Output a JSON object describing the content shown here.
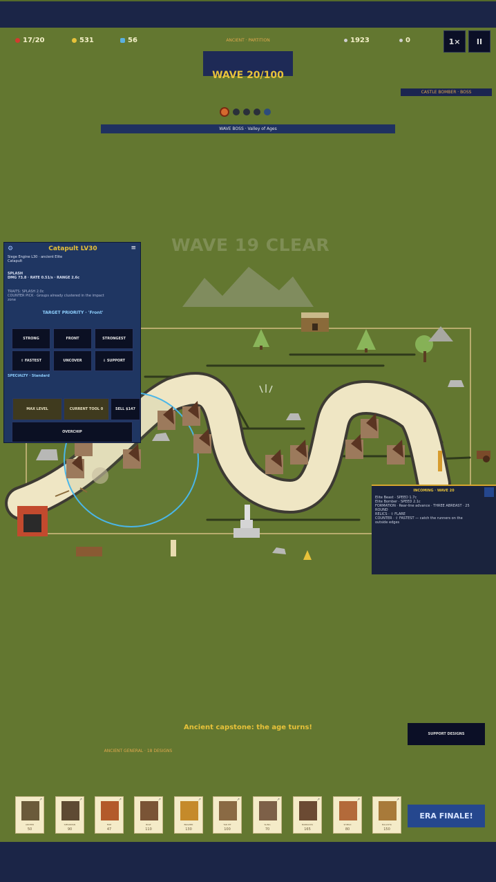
{
  "hud": {
    "lives": "17/20",
    "gold": "531",
    "gems": "56",
    "era_label": "ANCIENT · PARTITION",
    "score": "1923",
    "kills": "0",
    "speed_label": "1×",
    "pause_label": "II"
  },
  "wave": {
    "title": "WAVE 20/100",
    "boss_badge": "CASTLE BOMBER · BOSS",
    "incoming": "WAVE BOSS · Valley of Ages",
    "clear_banner": "WAVE 19 CLEAR"
  },
  "turret_panel": {
    "title": "Catapult LV30",
    "line1": "Siege Engine L30 · ancient Elite",
    "line2": "Catapult",
    "stat_head": "SPLASH",
    "stats": "DMG 73.8 · RATE 0.51/s · RANGE 2.6c",
    "trait1": "TRAITS: SPLASH 2.0c",
    "trait2": "COUNTER PICK · Groups already clustered in the impact",
    "trait3": "zone",
    "priority_label": "TARGET PRIORITY · 'Front'",
    "priority_buttons": [
      "STRONG",
      "FRONT",
      "STRONGEST",
      "⇧ FASTEST",
      "UNCOVER",
      "⇩ SUPPORT"
    ],
    "spec_label": "SPECIALTY · Standard",
    "action_buttons": [
      "MAX LEVEL",
      "CURRENT TOOL 0",
      "SELL $147"
    ],
    "bottom_button": "OVERCHIP"
  },
  "warning": {
    "title": "INCOMING · WAVE 20",
    "lines": [
      "Elite Beast · SPEED 1.7c",
      "Elite Bomber · SPEED 2.1c",
      "FORMATION · Rear-line advance · THREE ABREAST · 25",
      "ROUND",
      "RELICS · ⇧ FLARE",
      "COUNTER · ⇧ FASTEST — catch the runners on the",
      "outside edges"
    ]
  },
  "messages": {
    "capstone": "Ancient capstone: the age turns!",
    "ancient_general": "ANCIENT GENERAL · 18 DESIGNS",
    "support_button": "SUPPORT DESIGNS"
  },
  "towers": [
    {
      "name": "ARCHER",
      "cost": "50",
      "color": "#6b5a3a"
    },
    {
      "name": "SPEARMAN",
      "cost": "90",
      "color": "#5e4a33"
    },
    {
      "name": "FIRE",
      "cost": "47",
      "color": "#b35a2a"
    },
    {
      "name": "BOLT",
      "cost": "110",
      "color": "#7a5436"
    },
    {
      "name": "BRAZIER",
      "cost": "130",
      "color": "#c58a2a"
    },
    {
      "name": "TAR PIT",
      "cost": "100",
      "color": "#8a6a44"
    },
    {
      "name": "SLING",
      "cost": "70",
      "color": "#7d6048"
    },
    {
      "name": "BARRACKS",
      "cost": "165",
      "color": "#6b4a33"
    },
    {
      "name": "SHIELD",
      "cost": "80",
      "color": "#b36a3a"
    },
    {
      "name": "BALLISTA",
      "cost": "150",
      "color": "#a87a3a"
    }
  ],
  "finale_button": "ERA FINALE!",
  "colors": {
    "grass": "#637730",
    "navy": "#1b2547",
    "path": "#efe6c4",
    "gold": "#e7c23a"
  }
}
